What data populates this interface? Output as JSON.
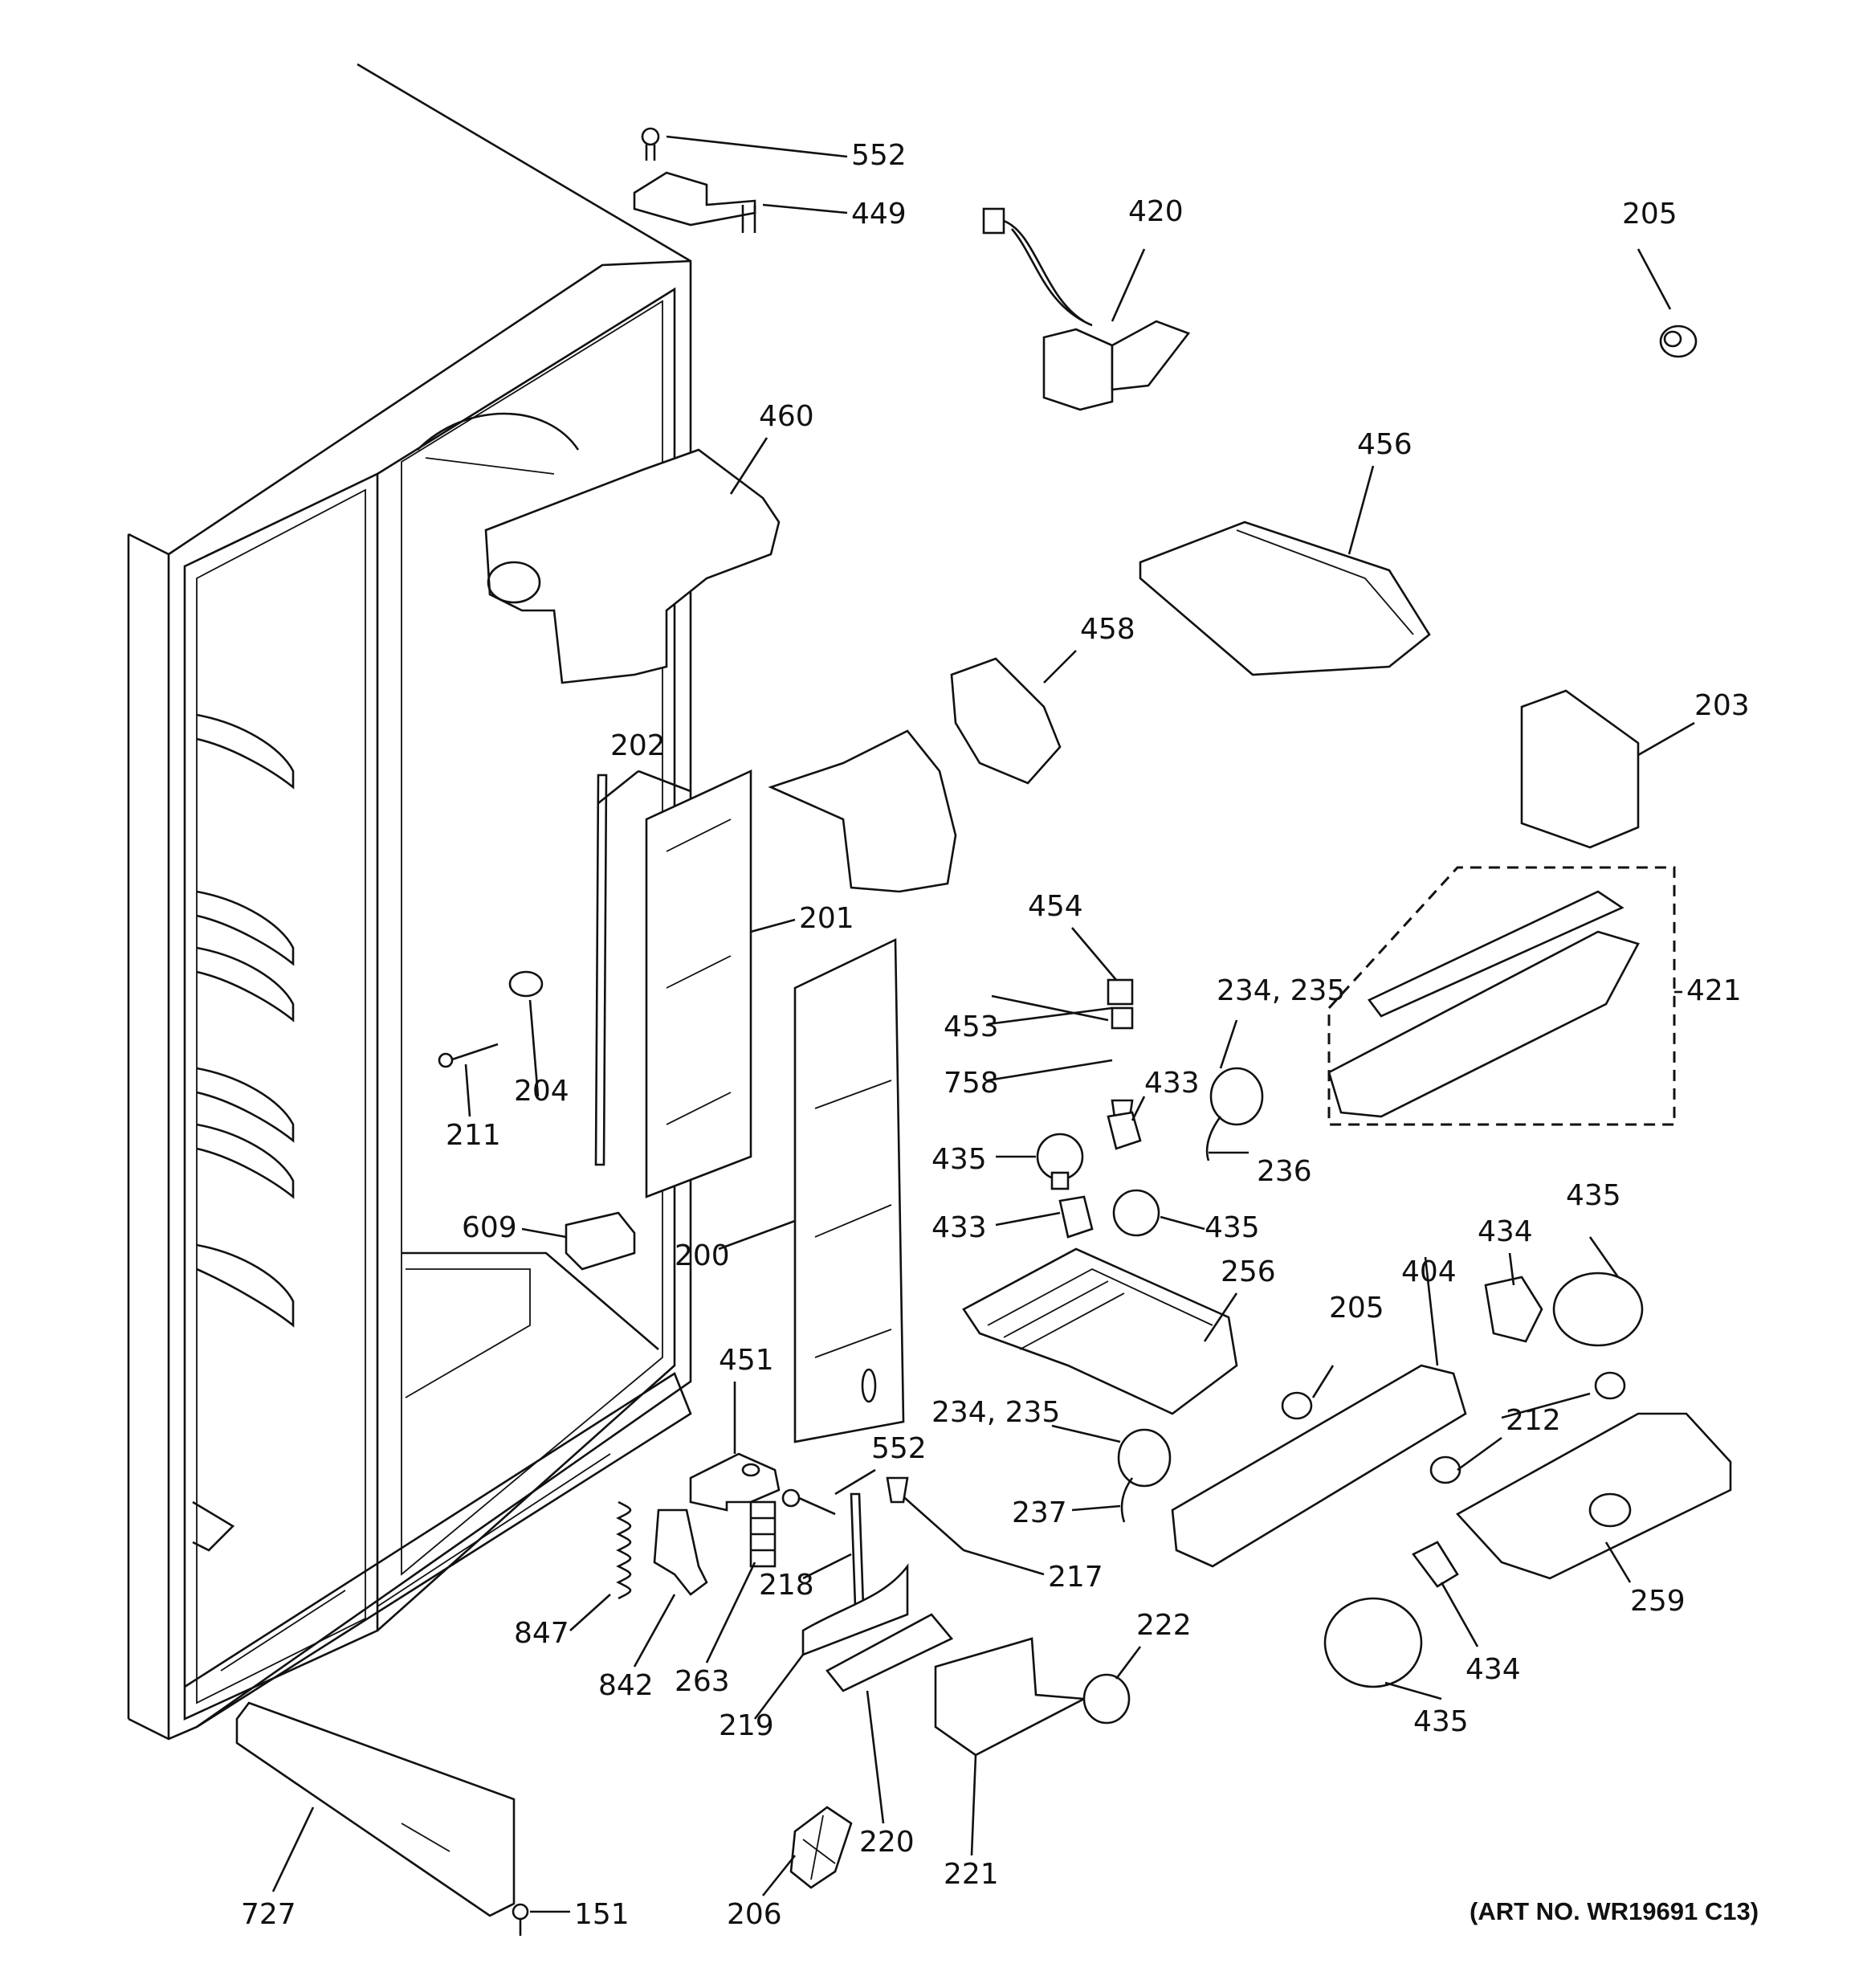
{
  "art_number": "(ART NO. WR19691 C13)",
  "labels": {
    "p552a": "552",
    "p449": "449",
    "p420": "420",
    "p205a": "205",
    "p460": "460",
    "p456": "456",
    "p458": "458",
    "p203": "203",
    "p202": "202",
    "p201": "201",
    "p454": "454",
    "p453": "453",
    "p758": "758",
    "p234a": "234, 235",
    "p421": "421",
    "p433a": "433",
    "p236": "236",
    "p435a": "435",
    "p211": "211",
    "p204": "204",
    "p609": "609",
    "p433b": "433",
    "p435b": "435",
    "p200": "200",
    "p256": "256",
    "p434a": "434",
    "p435c": "435",
    "p205b": "205",
    "p404": "404",
    "p451": "451",
    "p234b": "234, 235",
    "p212": "212",
    "p552b": "552",
    "p237": "237",
    "p218": "218",
    "p217": "217",
    "p259": "259",
    "p847": "847",
    "p842": "842",
    "p263": "263",
    "p222": "222",
    "p219": "219",
    "p434b": "434",
    "p435d": "435",
    "p220": "220",
    "p221": "221",
    "p727": "727",
    "p151": "151",
    "p206": "206"
  }
}
